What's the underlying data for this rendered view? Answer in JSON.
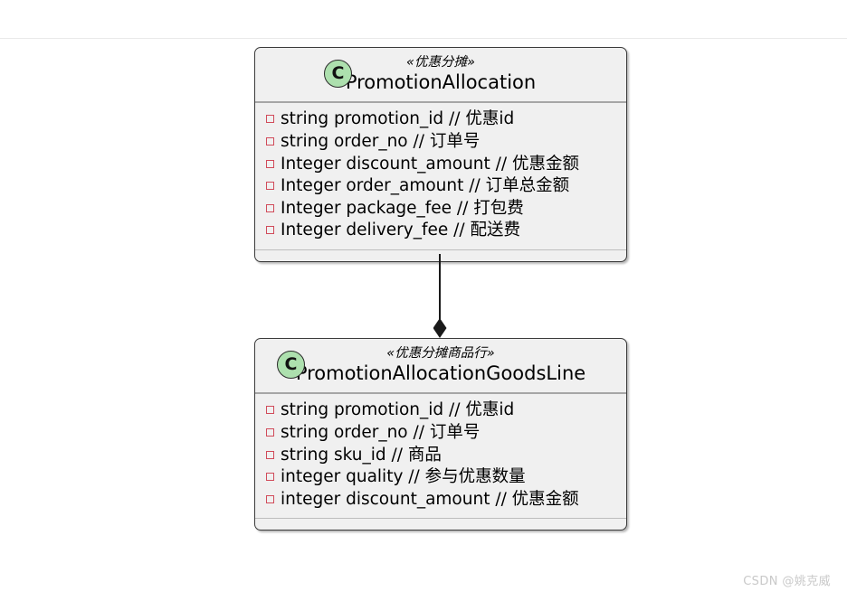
{
  "diagram": {
    "type": "uml-class-diagram",
    "background_color": "#ffffff",
    "classes": [
      {
        "icon_letter": "C",
        "icon_color": "#ade0ae",
        "stereotype": "«优惠分摊»",
        "name": "PromotionAllocation",
        "attributes": [
          "string promotion_id // 优惠id",
          "string order_no // 订单号",
          "Integer discount_amount // 优惠金额",
          "Integer order_amount // 订单总金额",
          "Integer package_fee // 打包费",
          "Integer delivery_fee // 配送费"
        ]
      },
      {
        "icon_letter": "C",
        "icon_color": "#ade0ae",
        "stereotype": "«优惠分摊商品行»",
        "name": "PromotionAllocationGoodsLine",
        "attributes": [
          "string promotion_id // 优惠id",
          "string order_no // 订单号",
          "string sku_id // 商品",
          "integer quality // 参与优惠数量",
          "integer discount_amount // 优惠金额"
        ]
      }
    ],
    "relationship": {
      "kind": "composition",
      "marker": "filled-diamond",
      "color": "#1a1a1a",
      "from": "PromotionAllocation",
      "to": "PromotionAllocationGoodsLine"
    }
  },
  "watermark": {
    "text": "CSDN @姚克威"
  }
}
